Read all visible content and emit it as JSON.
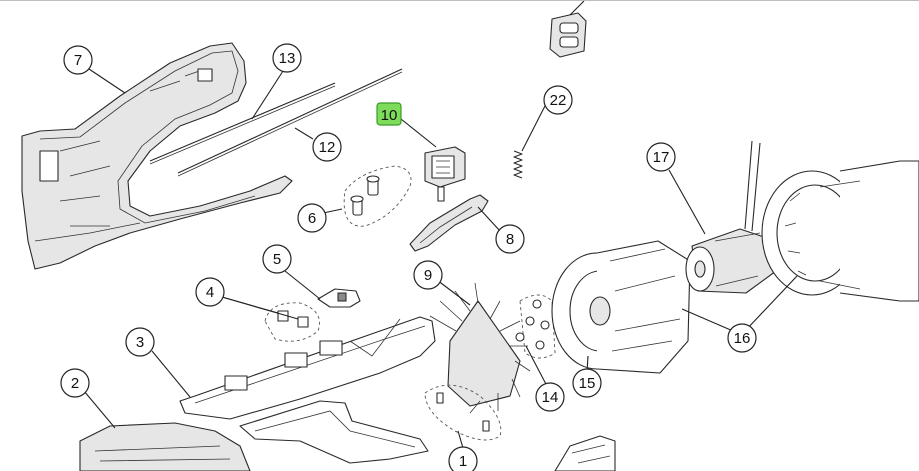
{
  "highlight_color": "#7ddc5a",
  "parts": [
    {
      "key": "p1",
      "label": "1",
      "highlighted": false
    },
    {
      "key": "p2",
      "label": "2",
      "highlighted": false
    },
    {
      "key": "p3",
      "label": "3",
      "highlighted": false
    },
    {
      "key": "p4",
      "label": "4",
      "highlighted": false
    },
    {
      "key": "p5",
      "label": "5",
      "highlighted": false
    },
    {
      "key": "p6",
      "label": "6",
      "highlighted": false
    },
    {
      "key": "p7",
      "label": "7",
      "highlighted": false
    },
    {
      "key": "p8",
      "label": "8",
      "highlighted": false
    },
    {
      "key": "p9",
      "label": "9",
      "highlighted": false
    },
    {
      "key": "p10",
      "label": "10",
      "highlighted": true
    },
    {
      "key": "p12",
      "label": "12",
      "highlighted": false
    },
    {
      "key": "p13",
      "label": "13",
      "highlighted": false
    },
    {
      "key": "p14",
      "label": "14",
      "highlighted": false
    },
    {
      "key": "p15",
      "label": "15",
      "highlighted": false
    },
    {
      "key": "p16",
      "label": "16",
      "highlighted": false
    },
    {
      "key": "p17",
      "label": "17",
      "highlighted": false
    },
    {
      "key": "p22",
      "label": "22",
      "highlighted": false
    }
  ]
}
